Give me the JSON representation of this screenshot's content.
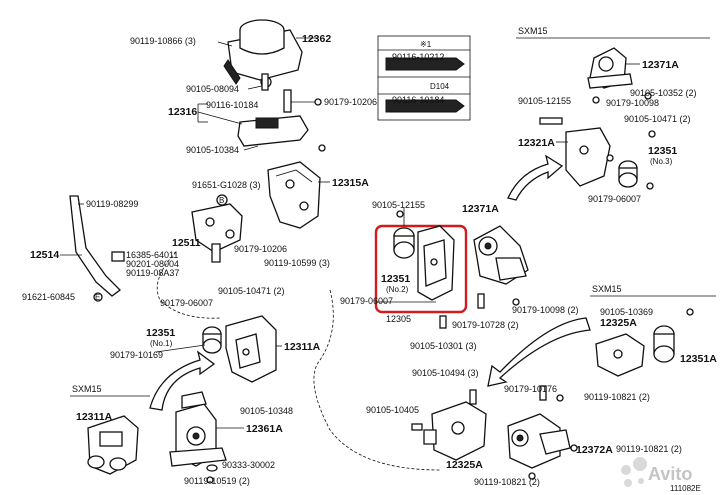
{
  "parts": {
    "p12362": "12362",
    "p12316": "12316",
    "p12315a": "12315A",
    "p12511": "12511",
    "p12514": "12514",
    "p12351_no1": "12351",
    "no1": "(No.1)",
    "p12311a": "12311A",
    "p12361a": "12361A",
    "p12311a_b": "12311A",
    "p12351_no2": "12351",
    "no2": "(No.2)",
    "p12371a": "12371A",
    "p12371a_b": "12371A",
    "p12321a": "12321A",
    "p12351_no3": "12351",
    "no3": "(No.3)",
    "p12325a": "12325A",
    "p12351a": "12351A",
    "p12325a_b": "12325A",
    "p12372a": "12372A"
  },
  "callouts": {
    "c1": "90119-10866 (3)",
    "c2": "90105-08094",
    "c3": "90116-10184",
    "c4": "90179-10206",
    "c5": "90105-10384",
    "c6": "91651-G1028 (3)",
    "c7": "90119-08299",
    "c8": "16385-64011",
    "c9": "90201-08004",
    "c10": "90119-08A37",
    "c11": "91621-60845",
    "c12": "90179-10206",
    "c13": "90119-10599 (3)",
    "c14": "90105-10471 (2)",
    "c15": "90179-06007",
    "c16": "90179-10169",
    "c17": "90105-10348",
    "c18": "90333-30002",
    "c19": "90119-10519 (2)",
    "c20": "90105-12155",
    "c21": "90179-06007",
    "c22": "90179-10098 (2)",
    "c23": "90179-10728 (2)",
    "c24": "90105-10301 (3)",
    "c25": "90105-10494 (3)",
    "c26": "90179-10176",
    "c27": "90105-10405",
    "c28": "90119-10821 (2)",
    "c29": "90119-10821 (2)",
    "c30": "90105-12155",
    "c31": "90179-10098",
    "c32": "90105-10352 (2)",
    "c33": "90105-10471 (2)",
    "c34": "90179-06007",
    "c35": "90105-10369",
    "c36": "90119-10821 (2)",
    "c37": "12305"
  },
  "legend": {
    "mark": "※1",
    "a": "90116-10212",
    "b": "D104",
    "c": "90116-10184"
  },
  "variants": {
    "sxm15_top": "SXM15",
    "sxm15_mid": "SXM15",
    "sxm15_left": "SXM15"
  },
  "footer": {
    "code": "111082E",
    "watermark": "Avito"
  }
}
